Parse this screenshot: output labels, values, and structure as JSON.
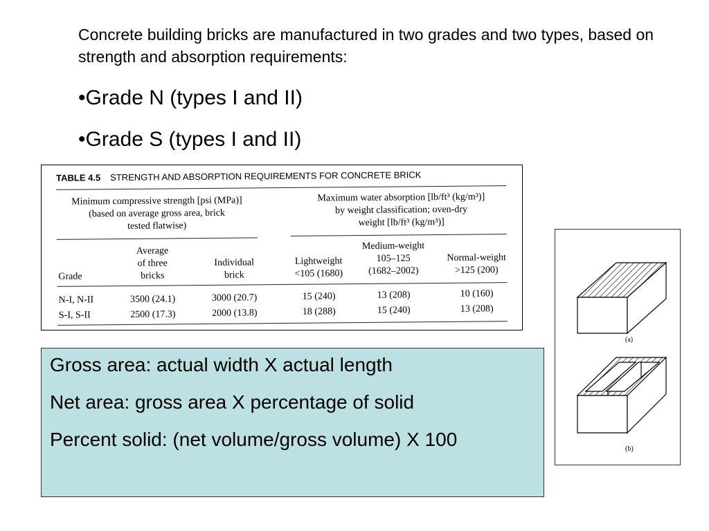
{
  "intro": "Concrete building bricks are manufactured in two grades and two types, based on strength and absorption requirements:",
  "bullets": [
    "•Grade N (types I and II)",
    "•Grade S (types I and II)"
  ],
  "table": {
    "number": "TABLE 4.5",
    "title": "STRENGTH AND ABSORPTION REQUIREMENTS FOR CONCRETE BRICK",
    "group1_line1": "Minimum compressive strength [psi (MPa)]",
    "group1_line2": "(based on average gross area, brick",
    "group1_line3": "tested flatwise)",
    "group2_line1": "Maximum water absorption [lb/ft³ (kg/m³)]",
    "group2_line2": "by weight classification; oven-dry",
    "group2_line3": "weight [lb/ft³ (kg/m³)]",
    "headers": {
      "grade": "Grade",
      "average": [
        "Average",
        "of three",
        "bricks"
      ],
      "individual": [
        "Individual",
        "brick"
      ],
      "lightweight": [
        "Lightweight",
        "<105 (1680)"
      ],
      "medium": [
        "Medium-weight",
        "105–125",
        "(1682–2002)"
      ],
      "normal": [
        "Normal-weight",
        ">125 (200)"
      ]
    },
    "rows": [
      {
        "grade": "N-I, N-II",
        "average": "3500 (24.1)",
        "individual": "3000 (20.7)",
        "light": "15 (240)",
        "medium": "13 (208)",
        "normal": "10 (160)"
      },
      {
        "grade": "S-I, S-II",
        "average": "2500 (17.3)",
        "individual": "2000 (13.8)",
        "light": "18 (288)",
        "medium": "15 (240)",
        "normal": "13 (208)"
      }
    ]
  },
  "info": [
    "Gross area: actual width X actual length",
    "Net area: gross area X percentage of solid",
    "Percent solid: (net volume/gross volume) X 100"
  ],
  "figure": {
    "label_a": "(a)",
    "label_b": "(b)"
  }
}
